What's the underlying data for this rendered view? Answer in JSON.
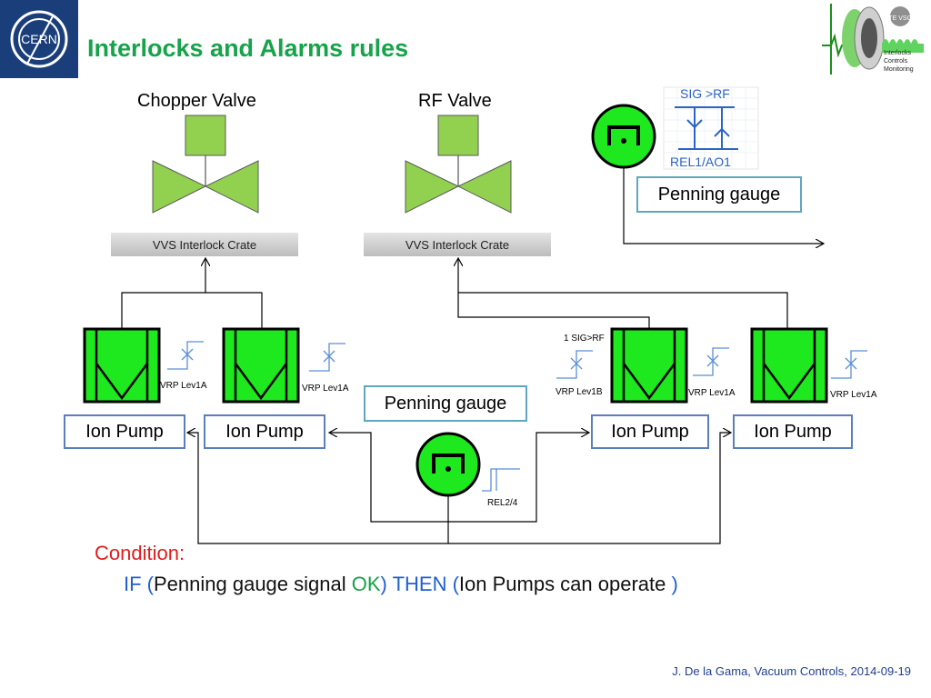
{
  "title": "Interlocks and Alarms rules",
  "logos": {
    "left_text": "CERN",
    "right_badge": "TE VSC",
    "right_lines": [
      "Interlocks",
      "Controls",
      "Monitoring"
    ]
  },
  "valves": [
    {
      "label": "Chopper Valve",
      "crate": "VVS Interlock Crate"
    },
    {
      "label": "RF Valve",
      "crate": "VVS Interlock Crate"
    }
  ],
  "pumps": [
    {
      "label": "Ion Pump",
      "relay": "VRP Lev1A"
    },
    {
      "label": "Ion Pump",
      "relay": "VRP Lev1A"
    },
    {
      "label": "Ion Pump",
      "relay": "VRP Lev1A",
      "relay2": "VRP Lev1B",
      "signal": "1 SIG>RF"
    },
    {
      "label": "Ion Pump",
      "relay": "VRP Lev1A"
    }
  ],
  "gauges": [
    {
      "label": "Penning gauge",
      "relay": "REL2/4"
    },
    {
      "label": "Penning gauge",
      "sig": "SIG >RF",
      "relay": "REL1/AO1"
    }
  ],
  "condition": {
    "heading": "Condition:",
    "if_kw": "IF (",
    "subject": "Penning gauge signal ",
    "ok": "OK",
    "then_kw": ") THEN (",
    "result": "Ion Pumps can operate ",
    "close": ")"
  },
  "footer": "J. De la Gama, Vacuum Controls, 2014-09-19",
  "colors": {
    "title": "#16a34a",
    "valve_fill": "#92d050",
    "pump_fill": "#1ee81e",
    "box_border": "#5b7fbd",
    "gauge_border": "#5fa7c0",
    "condition_red": "#e11d1d",
    "keyword_blue": "#1f5fd1"
  }
}
